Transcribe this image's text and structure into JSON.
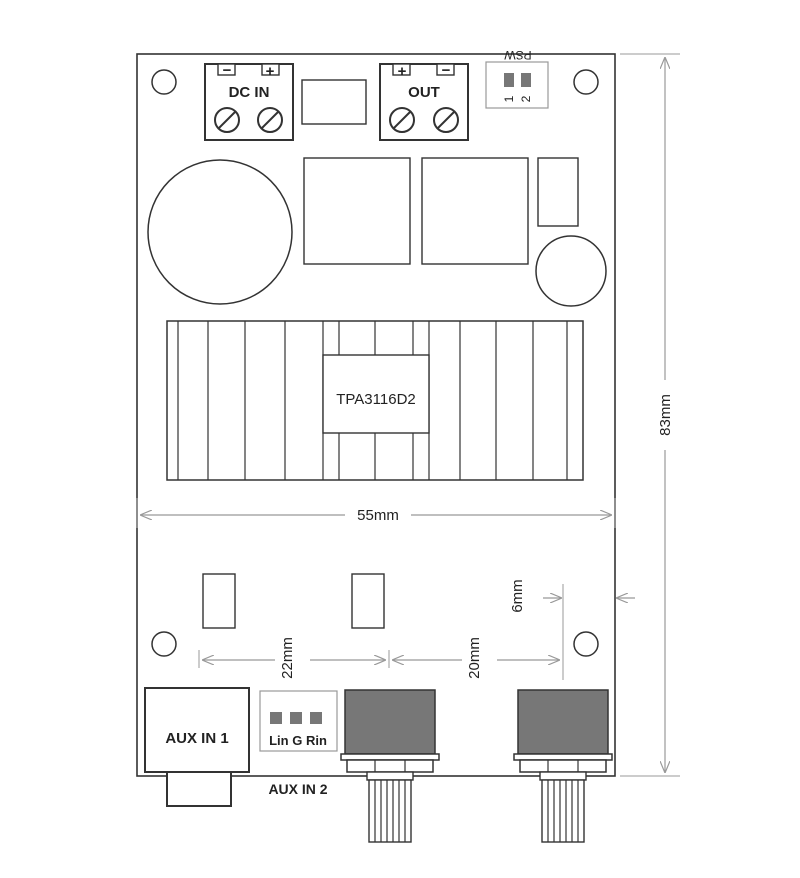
{
  "labels": {
    "dc_in": "DC IN",
    "out": "OUT",
    "psw": "PSW",
    "psw_pin1": "1",
    "psw_pin2": "2",
    "chip": "TPA3116D2",
    "aux_in_1": "AUX IN 1",
    "aux_in_2": "AUX IN 2",
    "header_pins": "Lin G Rin",
    "polarity_minus": "−",
    "polarity_plus": "+"
  },
  "dimensions": {
    "width": "55mm",
    "height": "83mm",
    "pot_spacing": "20mm",
    "jack_to_pot": "22mm",
    "pot_offset": "6mm"
  },
  "colors": {
    "outline": "#333333",
    "pot_body": "#777777",
    "pin": "#777777",
    "dimension_line": "#999999"
  }
}
